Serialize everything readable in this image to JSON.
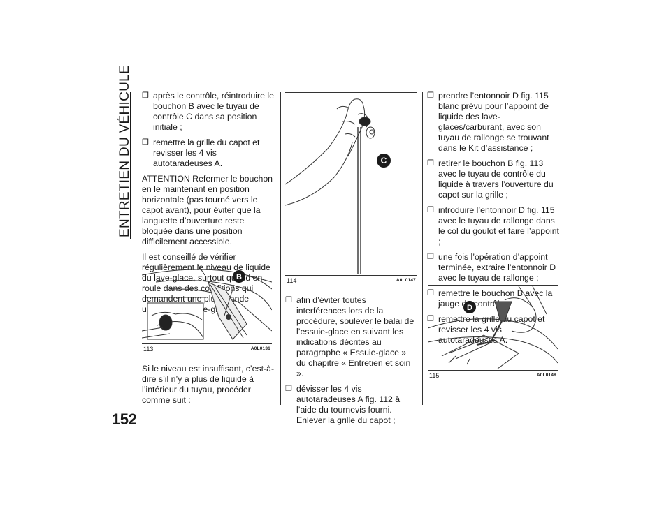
{
  "section_title": "ENTRETIEN DU VÉHICULE",
  "page_number": "152",
  "bullet_mark": "❒",
  "col1": {
    "bullets": [
      "après le contrôle, réintroduire le bouchon B avec le tuyau de contrôle C dans sa position initiale ;",
      "remettre la grille du capot et revisser les 4 vis autotaradeuses A."
    ],
    "paragraphs": [
      "ATTENTION Refermer le bouchon en le maintenant en position horizontale (pas tourné vers le capot avant), pour éviter que la languette d’ouverture reste bloquée dans une position difficilement accessible.",
      "Il est conseillé de vérifier régulièrement le niveau de liquide du lave-glace, surtout quand on roule dans des conditions qui demandent une plus grande utilisation du lave-glace."
    ],
    "after_figure": "Si le niveau est insuffisant, c’est-à-dire s’il n’y a plus de liquide à l’intérieur du tuyau, procéder comme suit :"
  },
  "fig113": {
    "number": "113",
    "code": "A0L0131",
    "label": "B"
  },
  "fig114": {
    "number": "114",
    "code": "A0L0147",
    "label": "C"
  },
  "col2": {
    "bullets": [
      "afin d’éviter toutes interférences lors de la procédure, soulever le balai de l’essuie-glace en suivant les indications décrites au paragraphe « Essuie-glace » du chapitre « Entretien et soin ».",
      "dévisser les 4 vis autotaradeuses A fig. 112 à l’aide du tournevis fourni. Enlever la grille du capot ;"
    ]
  },
  "col3": {
    "bullets": [
      "prendre l’entonnoir D fig. 115 blanc prévu pour l’appoint de liquide des lave-glaces/carburant, avec son tuyau de rallonge se trouvant dans le Kit d’assistance ;",
      "retirer le bouchon B fig. 113 avec le tuyau de contrôle du liquide à travers l’ouverture du capot sur la grille ;",
      "introduire l’entonnoir D fig. 115 avec le tuyau de rallonge dans le col du goulot et faire l’appoint ;",
      "une fois l’opération d’appoint terminée, extraire l’entonnoir D avec le tuyau de rallonge ;",
      "remettre le bouchon B avec la jauge de contrôle ;",
      "remettre la grille du capot et revisser les 4 vis autotaradeuses A."
    ]
  },
  "fig115": {
    "number": "115",
    "code": "A0L0148",
    "label": "D"
  }
}
